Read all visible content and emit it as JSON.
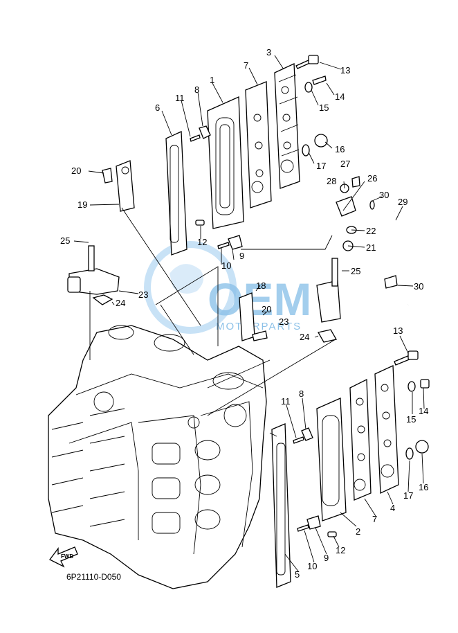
{
  "diagram_code": "6P21110-D050",
  "watermark": {
    "brand": "OEM",
    "subtitle": "MOTORPARTS",
    "color": "#2f8fd6"
  },
  "fwd_label": "FWD",
  "callouts": [
    "1",
    "2",
    "3",
    "4",
    "5",
    "6",
    "7",
    "8",
    "9",
    "10",
    "11",
    "12",
    "13",
    "14",
    "15",
    "16",
    "17",
    "18",
    "19",
    "20",
    "21",
    "22",
    "23",
    "24",
    "25",
    "26",
    "27",
    "28",
    "29",
    "30"
  ]
}
